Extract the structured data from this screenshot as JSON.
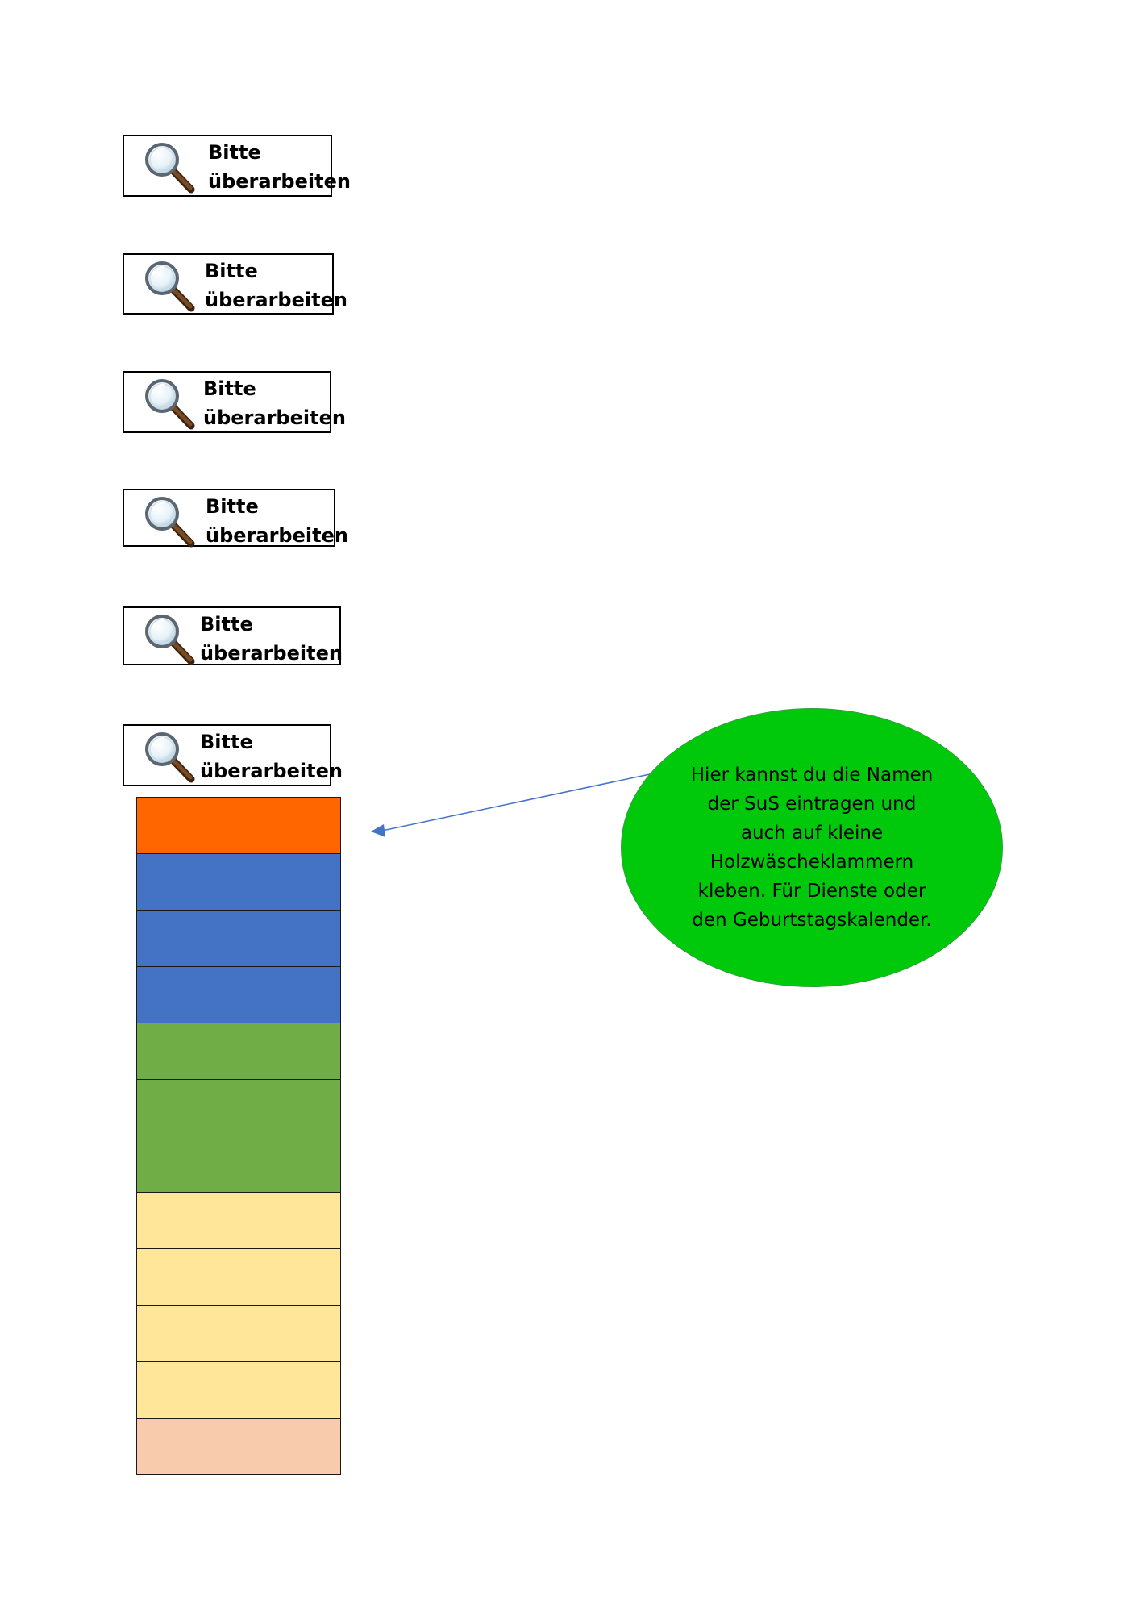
{
  "labels": [
    {
      "line1": "Bitte",
      "line2": "überarbeiten",
      "icon": "magnifying-glass-icon"
    },
    {
      "line1": "Bitte",
      "line2": "überarbeiten",
      "icon": "magnifying-glass-icon"
    },
    {
      "line1": "Bitte",
      "line2": "überarbeiten",
      "icon": "magnifying-glass-icon"
    },
    {
      "line1": "Bitte",
      "line2": "überarbeiten",
      "icon": "magnifying-glass-icon"
    },
    {
      "line1": "Bitte",
      "line2": "überarbeiten",
      "icon": "magnifying-glass-icon"
    },
    {
      "line1": "Bitte",
      "line2": "überarbeiten",
      "icon": "magnifying-glass-icon"
    }
  ],
  "strip": {
    "colors": [
      "#ff6600",
      "#4472c4",
      "#4472c4",
      "#4472c4",
      "#70ad47",
      "#70ad47",
      "#70ad47",
      "#ffe699",
      "#ffe699",
      "#ffe699",
      "#ffe699",
      "#f8cbad"
    ]
  },
  "callout": {
    "text": "Hier kannst du die Namen der SuS eintragen und auch auf kleine Holzwäscheklammern kleben. Für Dienste oder den Geburtstagskalender.",
    "fill_color": "#00c90c",
    "arrow_color": "#4472c4"
  }
}
